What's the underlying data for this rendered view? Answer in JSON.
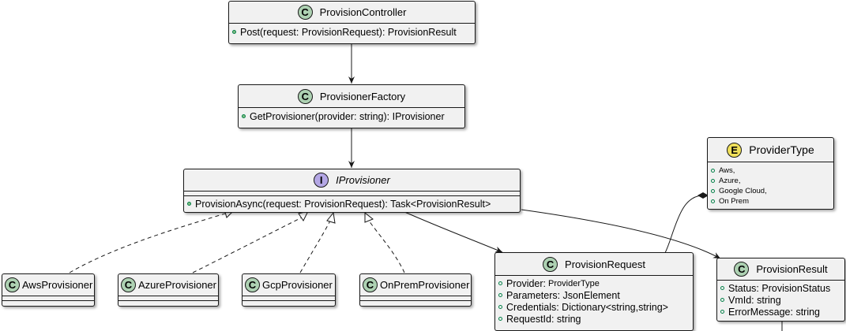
{
  "classes": {
    "controller": {
      "name": "ProvisionController",
      "methods": [
        "Post(request: ProvisionRequest): ProvisionResult"
      ]
    },
    "factory": {
      "name": "ProvisionerFactory",
      "methods": [
        "GetProvisioner(provider: string): IProvisioner"
      ]
    },
    "iprovisioner": {
      "name": "IProvisioner",
      "methods": [
        "ProvisionAsync(request: ProvisionRequest): Task<ProvisionResult>"
      ]
    },
    "provider_type": {
      "name": "ProviderType",
      "values": [
        "Aws,",
        "Azure,",
        "Google Cloud,",
        "On Prem"
      ]
    },
    "aws": {
      "name": "AwsProvisioner"
    },
    "azure": {
      "name": "AzureProvisioner"
    },
    "gcp": {
      "name": "GcpProvisioner"
    },
    "onprem": {
      "name": "OnPremProvisioner"
    },
    "request": {
      "name": "ProvisionRequest",
      "fields": [
        {
          "label": "Provider:",
          "type": "ProviderType"
        },
        {
          "label": "Parameters: JsonElement"
        },
        {
          "label": "Credentials: Dictionary<string,string>"
        },
        {
          "label": "RequestId: string"
        }
      ]
    },
    "result": {
      "name": "ProvisionResult",
      "fields": [
        "Status: ProvisionStatus",
        "VmId: string",
        "ErrorMessage: string"
      ]
    }
  },
  "stereotype_letters": {
    "class": "C",
    "interface": "I",
    "enum": "E"
  },
  "colors": {
    "class_badge": "#add1b2",
    "interface_badge": "#b4a7e5",
    "enum_badge": "#f0e05a",
    "box_fill": "#f1f1f1",
    "line": "#181818"
  }
}
